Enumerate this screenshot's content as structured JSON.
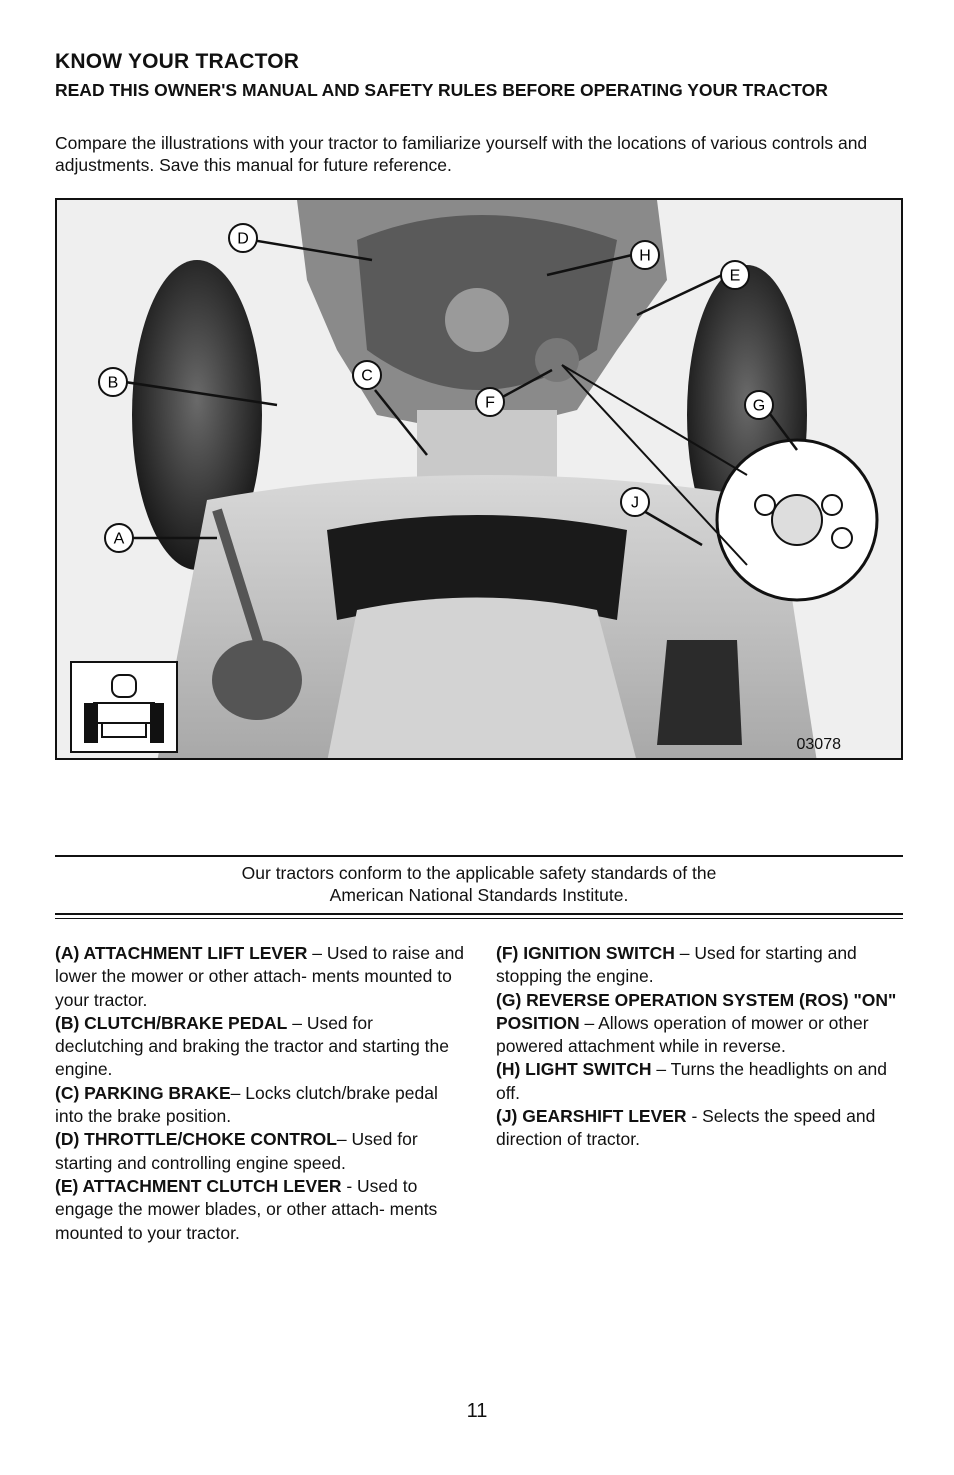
{
  "header": {
    "title": "KNOW YOUR TRACTOR",
    "subtitle": "READ THIS OWNER'S MANUAL AND SAFETY RULES BEFORE OPERATING YOUR TRACTOR",
    "intro": "Compare the illustrations with your tractor to familiarize yourself with the locations of various controls and adjustments.  Save this manual for future reference."
  },
  "figure": {
    "code": "03078",
    "callouts": [
      "D",
      "H",
      "E",
      "B",
      "C",
      "F",
      "G",
      "J",
      "A"
    ]
  },
  "notice": {
    "line1": "Our tractors conform to the applicable safety standards of the",
    "line2": "American National Standards Institute."
  },
  "controls_left": [
    {
      "term": "(A) ATTACHMENT LIFT LEVER",
      "desc": " – Used to raise and lower the mower or other attach- ments mounted to your tractor."
    },
    {
      "term": "(B) CLUTCH/BRAKE PEDAL",
      "desc": " – Used for declutching and braking the tractor and starting the engine."
    },
    {
      "term": "(C) PARKING BRAKE",
      "desc": "– Locks clutch/brake pedal into the brake position."
    },
    {
      "term": "(D) THROTTLE/CHOKE CONTROL",
      "desc": "– Used for starting and controlling engine speed."
    },
    {
      "term": "(E) ATTACHMENT CLUTCH LEVER",
      "desc": " - Used to engage the mower blades, or other attach- ments mounted to your tractor."
    }
  ],
  "controls_right": [
    {
      "term": "(F) IGNITION SWITCH",
      "desc": " – Used for starting and stopping the engine."
    },
    {
      "term": "(G) REVERSE OPERATION SYSTEM (ROS) \"ON\" POSITION",
      "desc": " – Allows operation of mower or other powered attachment while in reverse."
    },
    {
      "term": "(H) LIGHT SWITCH",
      "desc": " – Turns the headlights on and off."
    },
    {
      "term": "(J) GEARSHIFT LEVER",
      "desc": " - Selects the speed and direction of tractor."
    }
  ],
  "page_number": "11"
}
